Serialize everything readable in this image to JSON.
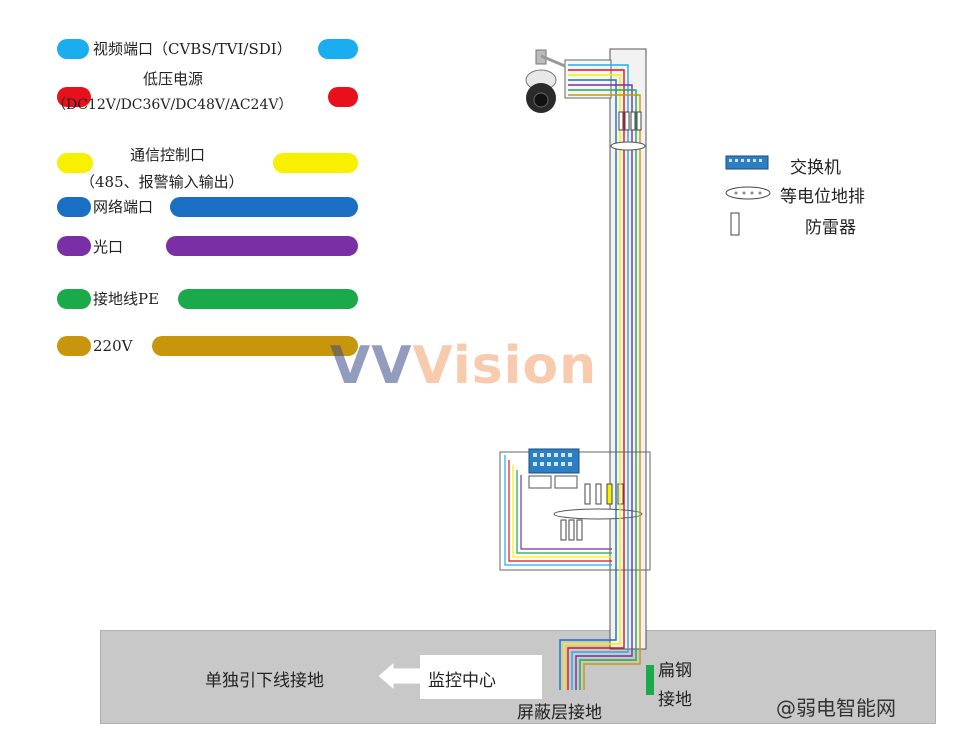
{
  "legend": {
    "video": {
      "label": "视频端口（CVBS/TVI/SDI）",
      "color": "#1aaef0"
    },
    "power": {
      "label_line1": "低压电源",
      "label_line2": "（DC12V/DC36V/DC48V/AC24V）",
      "color": "#e8101a"
    },
    "comm": {
      "label_line1": "通信控制口",
      "label_line2": "（485、报警输入输出）",
      "color": "#f7f000"
    },
    "network": {
      "label": "网络端口",
      "color": "#1a6fc4"
    },
    "optical": {
      "label": "光口",
      "color": "#7a2fa6"
    },
    "pe": {
      "label": "接地线PE",
      "color": "#1aaa4a"
    },
    "ac": {
      "label": "220V",
      "color": "#c8960c"
    }
  },
  "key": {
    "switch": "交换机",
    "bar": "等电位地排",
    "arrester": "防雷器"
  },
  "ground": {
    "left_label": "单独引下线接地",
    "center_label": "监控中心",
    "steel_line1": "扁钢",
    "steel_line2": "接地",
    "shield_label": "屏蔽层接地"
  },
  "watermark": {
    "vv": "VV",
    "word": "Vision"
  },
  "credit": "@弱电智能网"
}
